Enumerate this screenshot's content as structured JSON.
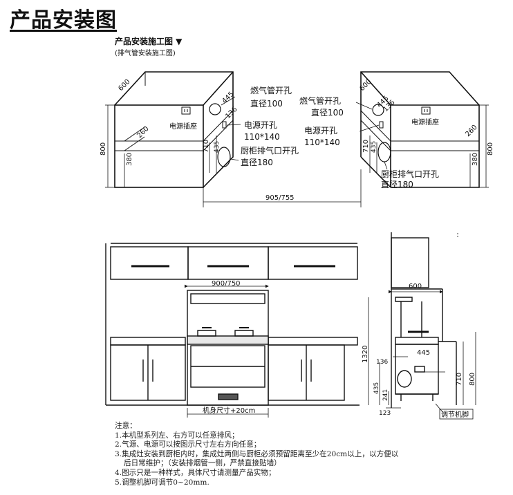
{
  "title": "产品安装图",
  "subheading": {
    "main": "产品安装施工图 ▼",
    "sub": "(排气管安装施工图)"
  },
  "top_left_cabinet": {
    "depth": "600",
    "height": "800",
    "dim_445": "445",
    "dim_136": "136",
    "dim_260": "260",
    "dim_380": "380",
    "dim_710": "710",
    "dim_435": "435",
    "socket_label": "电源插座",
    "gas_hole_label": "燃气管开孔",
    "gas_hole_dia": "直径100",
    "power_hole_label": "电源开孔",
    "power_hole_size": "110*140",
    "exhaust_hole_label": "厨柜排气口开孔",
    "exhaust_hole_dia": "直径180"
  },
  "top_right_cabinet": {
    "depth": "600",
    "height": "800",
    "dim_445": "445",
    "dim_136": "136",
    "dim_260": "260",
    "dim_380": "380",
    "dim_710": "710",
    "dim_435": "435",
    "socket_label": "电源插座",
    "gas_hole_label": "燃气管开孔",
    "gas_hole_dia": "直径100",
    "power_hole_label": "电源开孔",
    "power_hole_size": "110*140",
    "exhaust_hole_label": "厨柜排气口开孔",
    "exhaust_hole_dia": "直径180"
  },
  "gap_width": "905/755",
  "front_view": {
    "opening_width": "900/750",
    "body_size": "机身尺寸+20cm"
  },
  "side_view": {
    "depth": "600",
    "dim_1320": "1320",
    "dim_445": "445",
    "dim_136": "136",
    "dim_435": "435",
    "dim_241": "241",
    "dim_710": "710",
    "dim_800": "800",
    "dim_123": "123",
    "foot_label": "调节机脚"
  },
  "notes": [
    "注意：",
    "1.本机型系列左、右方可以任意排风；",
    "2.气源、电源可以按图示尺寸左右方向任意；",
    "3.集成灶安装到厨柜内时，集成灶两侧与厨柜必须预留距离至少在20cm以上，以方便以",
    "后日常维护；（安装排烟管一侧，严禁直接贴墙）",
    "4.图示只是一种样式，具体尺寸请测量产品实物；",
    "5.调整机脚可调节0~20mm."
  ]
}
